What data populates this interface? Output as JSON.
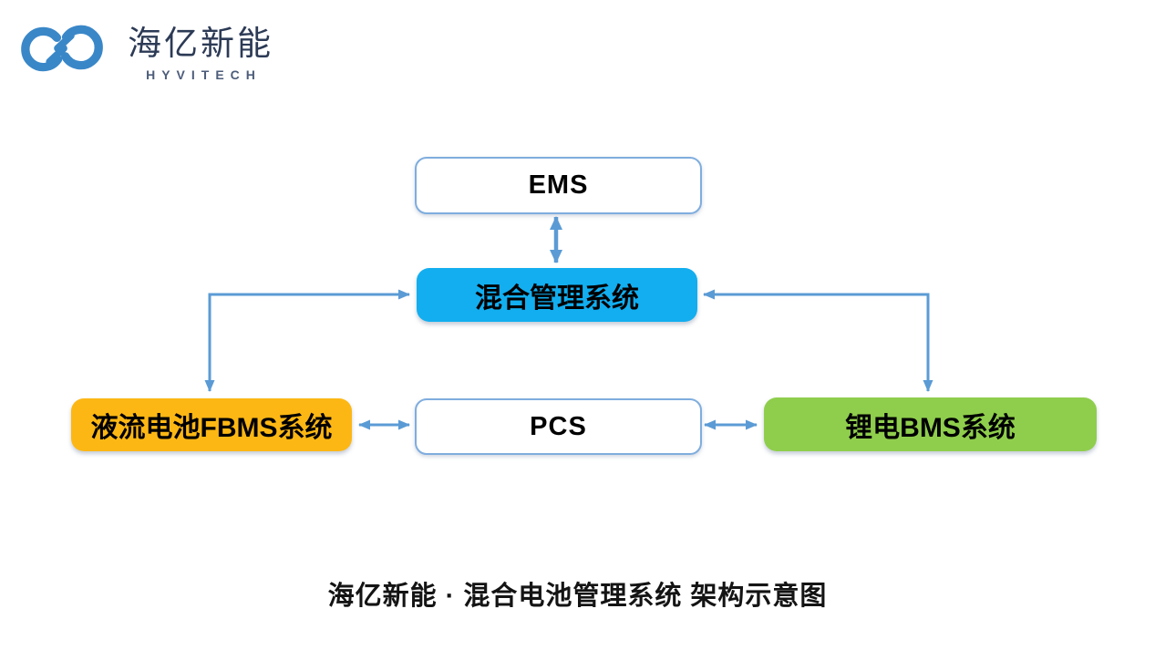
{
  "brand": {
    "name": "海亿新能",
    "tagline": "HYVITECH"
  },
  "diagram": {
    "nodes": [
      {
        "id": "ems",
        "label": "EMS",
        "style": "outline"
      },
      {
        "id": "hybrid",
        "label": "混合管理系统",
        "style": "blue"
      },
      {
        "id": "fbms",
        "label": "液流电池FBMS系统",
        "style": "orange"
      },
      {
        "id": "pcs",
        "label": "PCS",
        "style": "outline"
      },
      {
        "id": "bms",
        "label": "锂电BMS系统",
        "style": "green"
      }
    ],
    "edges": [
      {
        "from": "EMS",
        "to": "混合管理系统",
        "direction": "bidirectional",
        "shape": "straight-vertical"
      },
      {
        "from": "混合管理系统",
        "to": "液流电池FBMS系统",
        "direction": "bidirectional",
        "shape": "elbow-left"
      },
      {
        "from": "混合管理系统",
        "to": "锂电BMS系统",
        "direction": "bidirectional",
        "shape": "elbow-right"
      },
      {
        "from": "液流电池FBMS系统",
        "to": "PCS",
        "direction": "bidirectional",
        "shape": "straight-horizontal"
      },
      {
        "from": "PCS",
        "to": "锂电BMS系统",
        "direction": "bidirectional",
        "shape": "straight-horizontal"
      }
    ]
  },
  "caption": "海亿新能 · 混合电池管理系统 架构示意图",
  "colors": {
    "hybrid_box": "#12aef0",
    "fbms_box": "#fdb714",
    "bms_box": "#8fce4c",
    "outline_box_border": "#7fadde",
    "arrow": "#5b9bd5",
    "logo": "#3a87c8",
    "brand_text": "#2c3a55",
    "tagline_text": "#4d5d7a"
  }
}
